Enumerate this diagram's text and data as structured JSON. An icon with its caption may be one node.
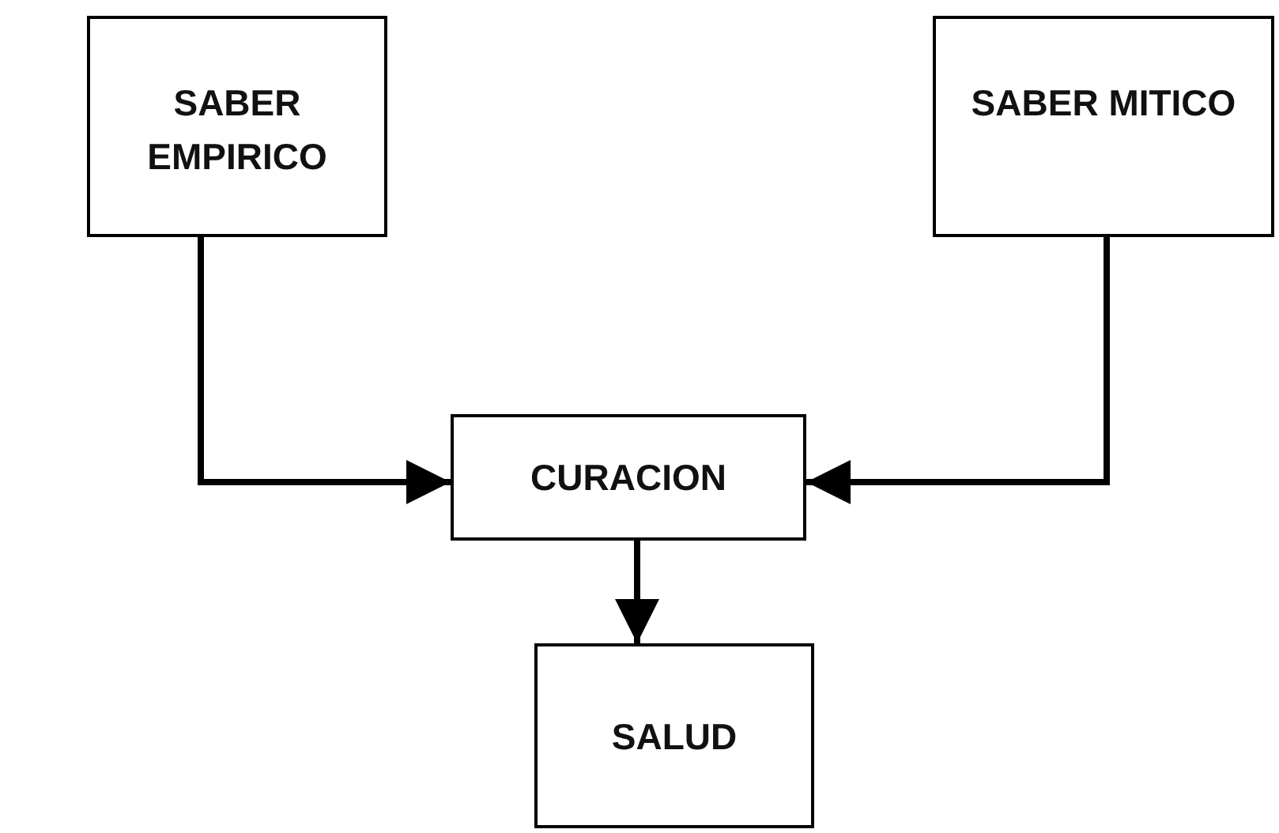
{
  "diagram": {
    "nodes": [
      {
        "text": [
          "SABER EMPIRICO"
        ]
      },
      {
        "text": [
          "SABER MITICO"
        ]
      },
      {
        "text": [
          "CURACION"
        ]
      },
      {
        "text": [
          "SALUD"
        ]
      }
    ],
    "edges": [
      {
        "from": 0,
        "to": 2,
        "arrow": "to"
      },
      {
        "from": 1,
        "to": 2,
        "arrow": "to"
      },
      {
        "from": 2,
        "to": 3,
        "arrow": "to"
      }
    ]
  }
}
